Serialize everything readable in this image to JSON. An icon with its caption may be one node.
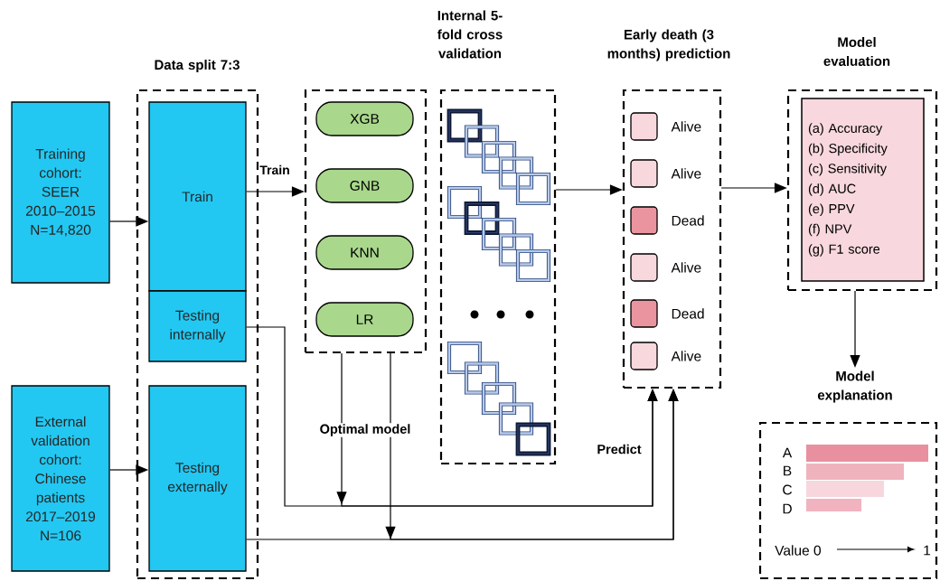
{
  "diagram": {
    "nodes": [
      {
        "text": [
          "Training cohort: SEER 2010–2015 N=14,820"
        ]
      },
      {
        "text": [
          "External validation cohort: Chinese patients 2017–2019 N=106"
        ]
      },
      {
        "text": [
          "Data split 7:3"
        ]
      },
      {
        "text": [
          "Train"
        ],
        "in": 2
      },
      {
        "text": [
          "Testing internally"
        ],
        "in": 2
      },
      {
        "text": [
          "Testing externally"
        ],
        "in": 2
      },
      {
        "text": [],
        "shape": "box"
      },
      {
        "text": [
          "XGB"
        ],
        "in": 6
      },
      {
        "text": [
          "GNB"
        ],
        "in": 6
      },
      {
        "text": [
          "KNN"
        ],
        "in": 6
      },
      {
        "text": [
          "LR"
        ],
        "in": 6
      },
      {
        "text": [
          "Internal 5-fold cross validation"
        ]
      },
      {
        "text": [
          "Early death (3 months) prediction"
        ]
      },
      {
        "text": [],
        "shape": "box",
        "beside": [
          "Alive"
        ],
        "in": 12
      },
      {
        "text": [],
        "shape": "box",
        "beside": [
          "Alive"
        ],
        "in": 12
      },
      {
        "text": [],
        "shape": "box",
        "beside": [
          "Dead"
        ],
        "in": 12
      },
      {
        "text": [],
        "shape": "box",
        "beside": [
          "Alive"
        ],
        "in": 12
      },
      {
        "text": [],
        "shape": "box",
        "beside": [
          "Dead"
        ],
        "in": 12
      },
      {
        "text": [],
        "shape": "box",
        "beside": [
          "Alive"
        ],
        "in": 12
      },
      {
        "text": [
          "Model evaluation"
        ]
      },
      {
        "text": [
          "(a) Accuracy",
          "(b) Specificity",
          "(c) Sensitivity",
          "(d) AUC",
          "(e) PPV",
          "(f) NPV",
          "(g) F1 score"
        ],
        "in": 19
      },
      {
        "text": [
          "Model explanation"
        ]
      }
    ],
    "edges": [
      {
        "from": 0,
        "to": 3,
        "arrow": "to"
      },
      {
        "from": 1,
        "to": 5,
        "arrow": "to"
      },
      {
        "from": 3,
        "to": 6,
        "arrow": "to",
        "label": "Train"
      },
      {
        "from": 4,
        "to": 12,
        "arrow": "to"
      },
      {
        "from": 6,
        "to": 12,
        "arrow": "to"
      },
      {
        "from": 5,
        "to": 12,
        "arrow": "to"
      },
      {
        "from": 6,
        "to": 12,
        "arrow": "to"
      },
      {
        "from": 11,
        "to": 12,
        "arrow": "to"
      },
      {
        "from": 12,
        "to": 19,
        "arrow": "to"
      },
      {
        "from": 19,
        "to": 21,
        "arrow": "to"
      }
    ],
    "labels": [
      "Optimal model",
      "Predict",
      "A",
      "B",
      "C",
      "D",
      "Value 0",
      "1"
    ]
  }
}
